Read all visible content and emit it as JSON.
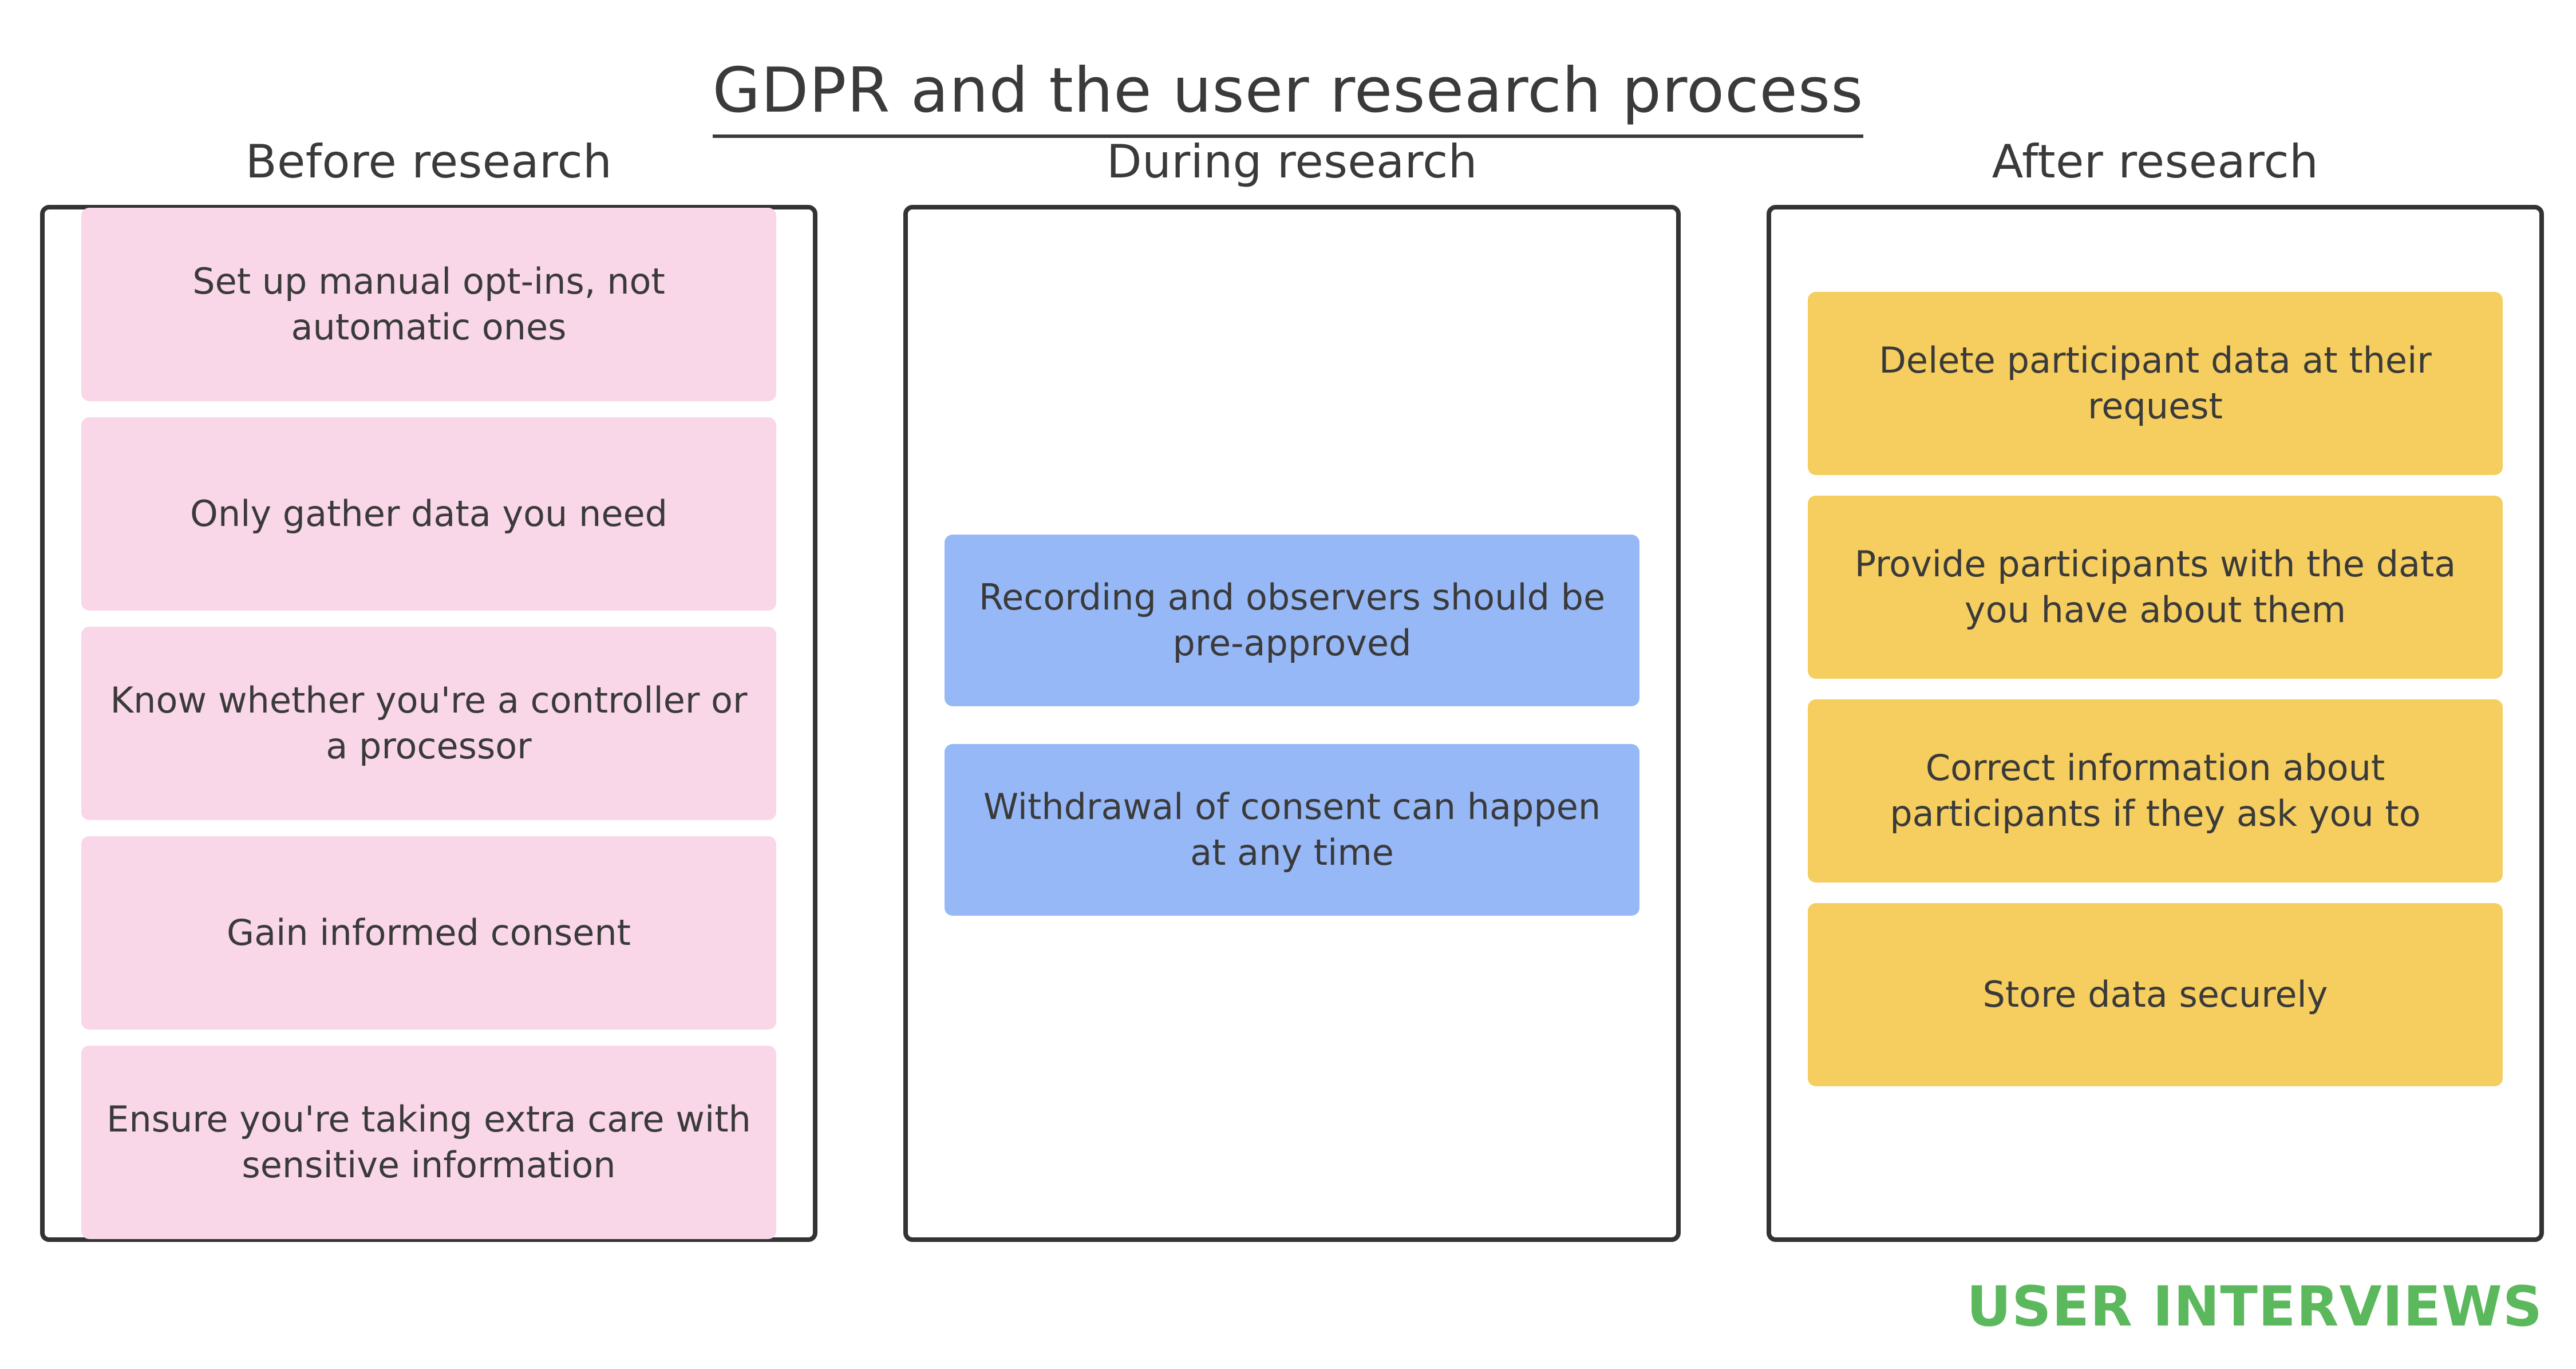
{
  "page": {
    "title": "GDPR and the user research process",
    "background_color": "#ffffff",
    "text_color": "#3a3a3a"
  },
  "brand": {
    "name": "USER INTERVIEWS",
    "color": "#5cb85c"
  },
  "columns": [
    {
      "id": "before-research",
      "header": "Before research",
      "card_color": "#f9d7e9",
      "cards": [
        {
          "text": "Set up manual opt-ins, not automatic ones"
        },
        {
          "text": "Only gather data you need"
        },
        {
          "text": "Know whether you're a controller or a processor"
        },
        {
          "text": "Gain informed consent"
        },
        {
          "text": "Ensure you're taking extra care with sensitive information"
        }
      ]
    },
    {
      "id": "during-research",
      "header": "During research",
      "card_color": "#97b8f7",
      "cards": [
        {
          "text": "Recording and observers should be pre-approved"
        },
        {
          "text": "Withdrawal of consent can happen at any time"
        }
      ]
    },
    {
      "id": "after-research",
      "header": "After research",
      "card_color": "#f5ce5f",
      "cards": [
        {
          "text": "Delete participant data at their request"
        },
        {
          "text": "Provide participants with the data you have about them"
        },
        {
          "text": "Correct information about participants if they ask you to"
        },
        {
          "text": "Store data securely"
        }
      ]
    }
  ]
}
